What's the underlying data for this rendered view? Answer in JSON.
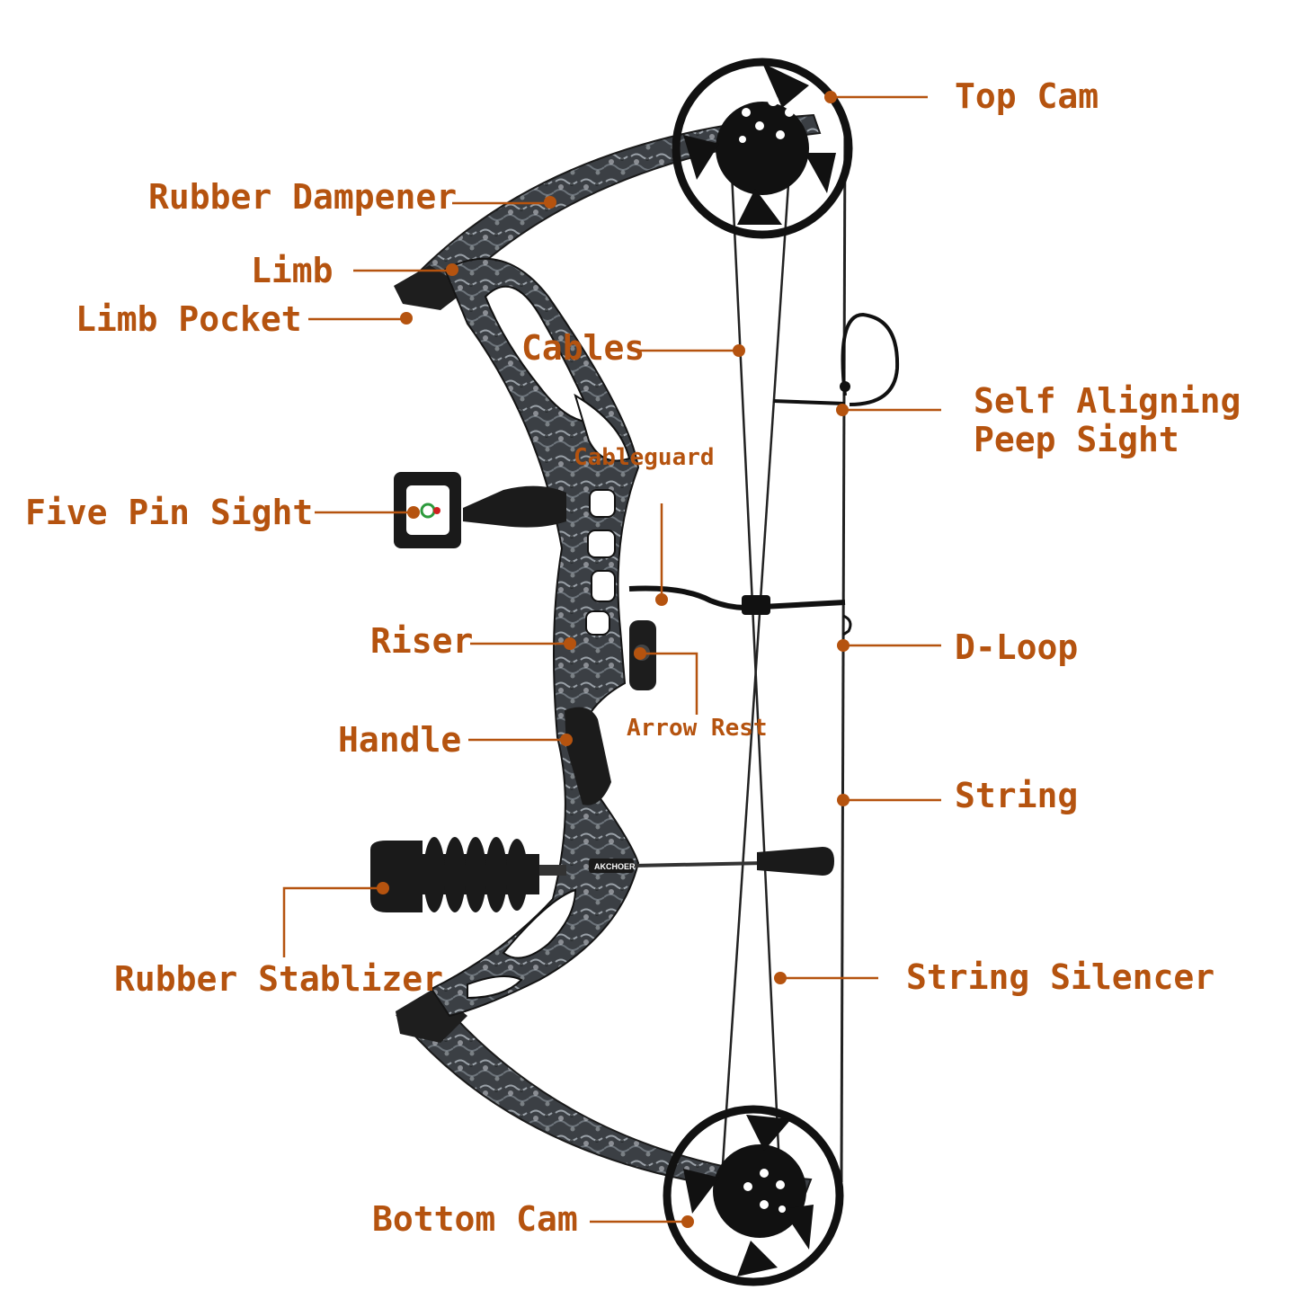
{
  "diagram": {
    "accent_color": "#b5530f",
    "brand_text": "AKCHOER",
    "labels": {
      "top_cam": "Top Cam",
      "rubber_dampener": "Rubber Dampener",
      "limb": "Limb",
      "limb_pocket": "Limb Pocket",
      "cables": "Cables",
      "self_aligning_peep_sight": "Self Aligning\nPeep Sight",
      "cableguard": "Cableguard",
      "five_pin_sight": "Five Pin Sight",
      "riser": "Riser",
      "d_loop": "D-Loop",
      "handle": "Handle",
      "arrow_rest": "Arrow Rest",
      "string": "String",
      "rubber_stablizer": "Rubber Stablizer",
      "string_silencer": "String Silencer",
      "bottom_cam": "Bottom Cam"
    }
  }
}
